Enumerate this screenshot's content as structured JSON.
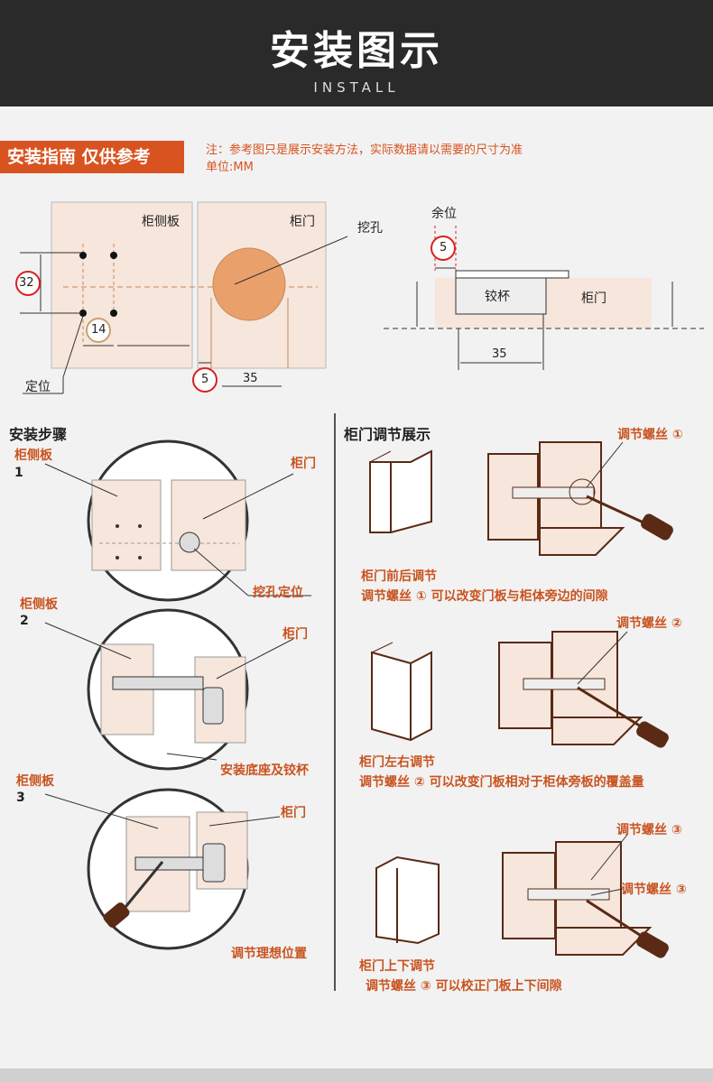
{
  "header": {
    "title": "安装图示",
    "subtitle": "INSTALL"
  },
  "guide": {
    "tag": "安装指南 仅供参考",
    "note_line1": "注：参考图只是展示安装方法，实际数据请以需要的尺寸为准",
    "note_line2": "单位:MM"
  },
  "diagram_top": {
    "cabinet_side": "柜侧板",
    "cabinet_door": "柜门",
    "hole": "挖孔",
    "position": "定位",
    "dim_32": "32",
    "dim_14": "14",
    "dim_5": "5",
    "dim_35": "35",
    "margin": "余位",
    "cup": "铰杯",
    "door": "柜门"
  },
  "steps": {
    "title": "安装步骤",
    "step1": {
      "num": "1",
      "side": "柜侧板",
      "door": "柜门",
      "caption": "挖孔定位"
    },
    "step2": {
      "num": "2",
      "side": "柜侧板",
      "door": "柜门",
      "caption": "安装底座及铰杯"
    },
    "step3": {
      "num": "3",
      "side": "柜侧板",
      "door": "柜门",
      "caption": "调节理想位置"
    }
  },
  "adjust": {
    "title": "柜门调节展示",
    "a1": {
      "screw": "调节螺丝 ①",
      "title": "柜门前后调节",
      "desc": "调节螺丝 ① 可以改变门板与柜体旁边的间隙"
    },
    "a2": {
      "screw": "调节螺丝 ②",
      "title": "柜门左右调节",
      "desc": "调节螺丝 ② 可以改变门板相对于柜体旁板的覆盖量"
    },
    "a3": {
      "screw1": "调节螺丝 ③",
      "screw2": "调节螺丝 ③",
      "title": "柜门上下调节",
      "desc": "调节螺丝 ③ 可以校正门板上下间隙"
    }
  },
  "colors": {
    "header_bg": "#2a2a2a",
    "accent": "#d8531f",
    "panel": "#f6e6dc",
    "hole": "#eaa06a",
    "circle_red": "#d92020"
  }
}
